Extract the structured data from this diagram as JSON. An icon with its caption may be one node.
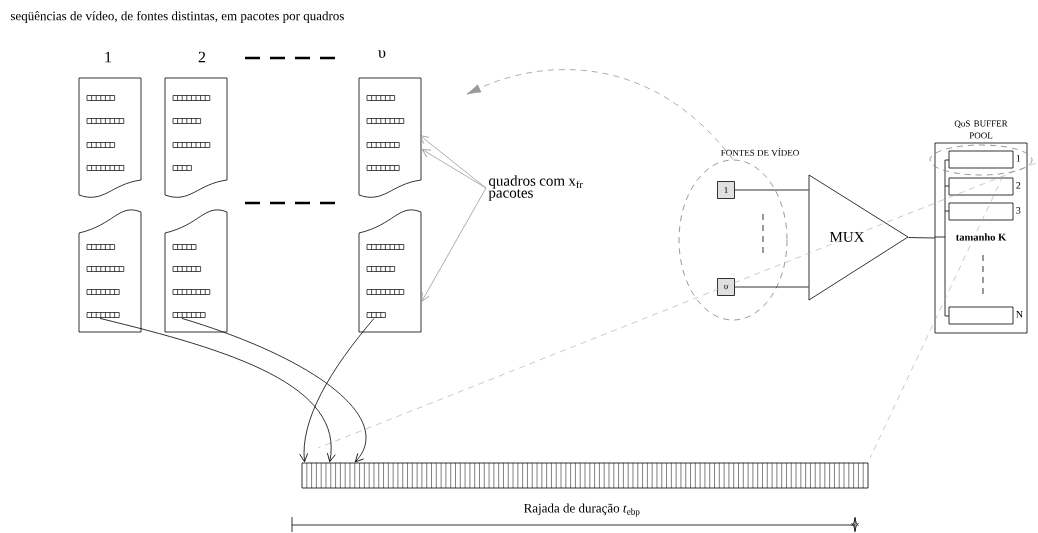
{
  "diagram": {
    "title": "seqüências de vídeo, de fontes distintas, em pacotes por quadros",
    "nodes": [
      {
        "text": [],
        "shape": "document"
      },
      {
        "text": [],
        "shape": "document"
      },
      {
        "text": [],
        "shape": "document"
      },
      {
        "text": [
          "quadros com x$_{fr}$ pacotes"
        ]
      },
      {
        "text": [],
        "shape": "document"
      },
      {
        "text": [],
        "shape": "document"
      },
      {
        "text": [],
        "shape": "document"
      },
      {
        "text": [
          "FONTES DE VÍDEO"
        ]
      },
      {
        "text": [
          "1"
        ],
        "in": 7
      },
      {
        "text": [
          "υ"
        ],
        "in": 7
      },
      {
        "text": [
          "MUX"
        ]
      },
      {
        "text": [
          "QoS BUFFER POOL",
          "tamanho K"
        ]
      },
      {
        "text": [],
        "shape": "box",
        "in": 11,
        "beside": [
          "1"
        ]
      },
      {
        "text": [],
        "shape": "box",
        "in": 11,
        "beside": [
          "2"
        ]
      },
      {
        "text": [],
        "shape": "box",
        "in": 11,
        "beside": [
          "3"
        ]
      },
      {
        "text": [],
        "shape": "box",
        "in": 11,
        "beside": [
          "N"
        ]
      },
      {
        "text": [],
        "shape": "bar"
      }
    ],
    "edges": [
      {
        "from": 3,
        "to": 2,
        "arrow": "to",
        "color": "#999999"
      },
      {
        "from": 3,
        "to": 2,
        "arrow": "to",
        "color": "#999999"
      },
      {
        "from": 3,
        "to": 6,
        "arrow": "to",
        "color": "#999999"
      },
      {
        "from": 7,
        "to": null,
        "arrow": "to",
        "style": "dashed",
        "color": "#999999"
      },
      {
        "from": 8,
        "to": 10,
        "arrow": "none"
      },
      {
        "from": 9,
        "to": 10,
        "arrow": "none"
      },
      {
        "from": 10,
        "to": 11,
        "arrow": "none"
      },
      {
        "from": 4,
        "to": 16,
        "arrow": "to"
      },
      {
        "from": 5,
        "to": 16,
        "arrow": "to"
      },
      {
        "from": 6,
        "to": 16,
        "arrow": "to"
      }
    ],
    "labels": [
      "1",
      "2",
      "υ",
      "Rajada de duração *t*$_{ebp}$"
    ]
  }
}
